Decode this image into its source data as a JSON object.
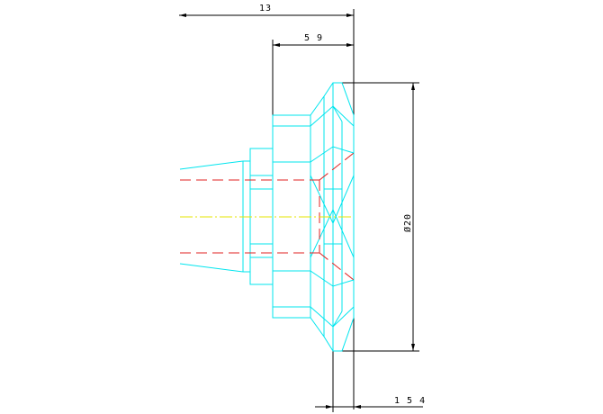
{
  "dimensions": {
    "overall_length": "13",
    "flange_length": "5 9",
    "diameter": "Ø20",
    "tip_offset": "1 5 4"
  },
  "colors": {
    "part_outline": "#00e5ee",
    "hidden_lines": "#e02020",
    "center_line": "#e6e600",
    "dimension_lines": "#000000",
    "background": "#ffffff"
  }
}
